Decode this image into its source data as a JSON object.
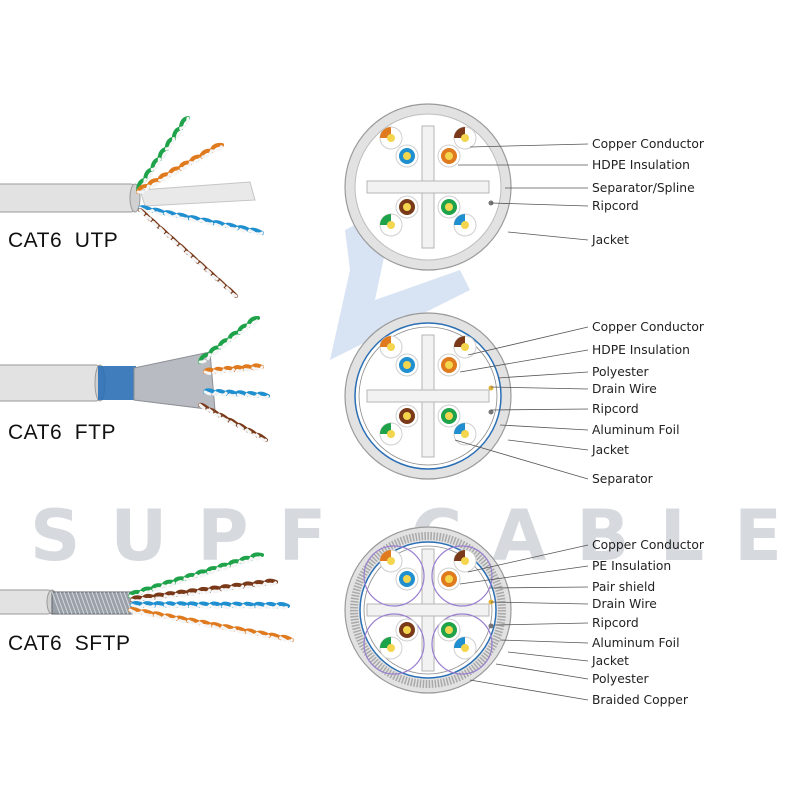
{
  "watermark": {
    "text": "SUPF CABLE",
    "color": "#c9cdd4",
    "accent": "#8fb2e0"
  },
  "cables": [
    {
      "label": "CAT6  UTP",
      "callouts": [
        "Copper Conductor",
        "HDPE Insulation",
        "Separator/Spline",
        "Ripcord",
        "Jacket"
      ]
    },
    {
      "label": "CAT6  FTP",
      "callouts": [
        "Copper Conductor",
        "HDPE Insulation",
        "Polyester",
        "Drain Wire",
        "Ripcord",
        "Aluminum Foil",
        "Jacket",
        "Separator"
      ]
    },
    {
      "label": "CAT6  SFTP",
      "callouts": [
        "Copper Conductor",
        "PE Insulation",
        "Pair shield",
        "Drain Wire",
        "Ripcord",
        "Aluminum Foil",
        "Jacket",
        "Polyester",
        "Braided Copper"
      ]
    }
  ],
  "colors": {
    "jacket": "#e2e2e2",
    "jacket_stroke": "#9a9a9a",
    "blue": "#1f8fd0",
    "orange": "#e07a1e",
    "green": "#1ea34a",
    "brown": "#7a3a1a",
    "foil": "#b8bcc2",
    "shield_blue": "#2a6fb5",
    "leader": "#555555"
  }
}
